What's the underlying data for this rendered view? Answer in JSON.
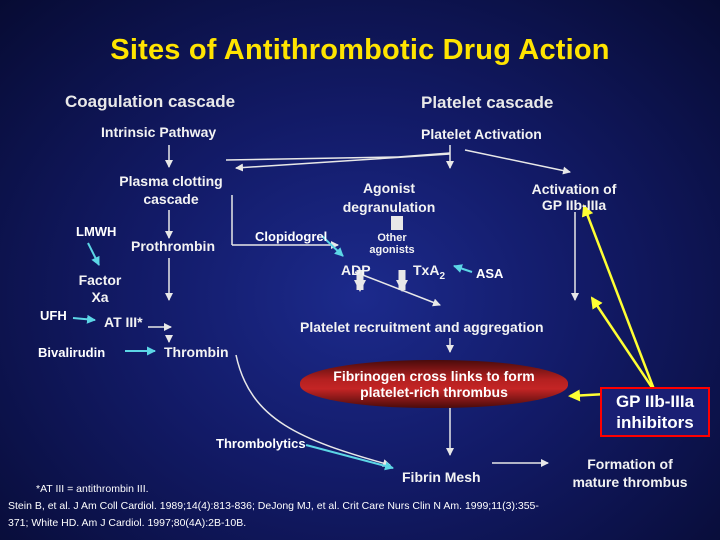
{
  "title": "Sites of Antithrombotic Drug Action",
  "headers": {
    "coagulation": "Coagulation cascade",
    "platelet": "Platelet cascade"
  },
  "coagulation": {
    "intrinsic_pathway": "Intrinsic Pathway",
    "plasma_clotting_line1": "Plasma clotting",
    "plasma_clotting_line2": "cascade",
    "prothrombin": "Prothrombin",
    "factor_xa_line1": "Factor",
    "factor_xa_line2": "Xa",
    "at_iii": "AT III*",
    "thrombin": "Thrombin"
  },
  "platelet": {
    "activation": "Platelet  Activation",
    "agonist_line1": "Agonist",
    "agonist_line2": "degranulation",
    "gp_activation_line1": "Activation of",
    "gp_activation_line2": "GP IIb-IIIa",
    "other_agonists_line1": "Other",
    "other_agonists_line2": "agonists",
    "adp": "ADP",
    "txa2": "TxA",
    "txa2_sub": "2",
    "recruitment": "Platelet recruitment and aggregation",
    "fibrinogen_line1": "Fibrinogen cross links to form",
    "fibrinogen_line2": "platelet-rich thrombus",
    "fibrin_mesh": "Fibrin Mesh",
    "mature_line1": "Formation of",
    "mature_line2": "mature thrombus"
  },
  "drugs": {
    "lmwh": "LMWH",
    "ufh": "UFH",
    "bivalirudin": "Bivalirudin",
    "clopidogrel": "Clopidogrel",
    "asa": "ASA",
    "gp_inhibitors_line1": "GP IIb-IIIa",
    "gp_inhibitors_line2": "inhibitors",
    "thrombolytics": "Thrombolytics"
  },
  "footnote": {
    "definition": "*AT III = antithrombin III.",
    "citation_line1": "Stein B, et al. J Am Coll Cardiol. 1989;14(4):813-836; DeJong MJ, et al. Crit Care Nurs Clin N Am. 1999;11(3):355-",
    "citation_line2": "371; White HD. Am J Cardiol. 1997;80(4A):2B-10B."
  },
  "colors": {
    "title": "#ffe400",
    "inhibitor_arrow": "#5cd6e6",
    "gp_inhibitor_arrow": "#ffff33",
    "gp_box_border": "#ff0000",
    "fibrinogen_fill": "#c42525"
  }
}
